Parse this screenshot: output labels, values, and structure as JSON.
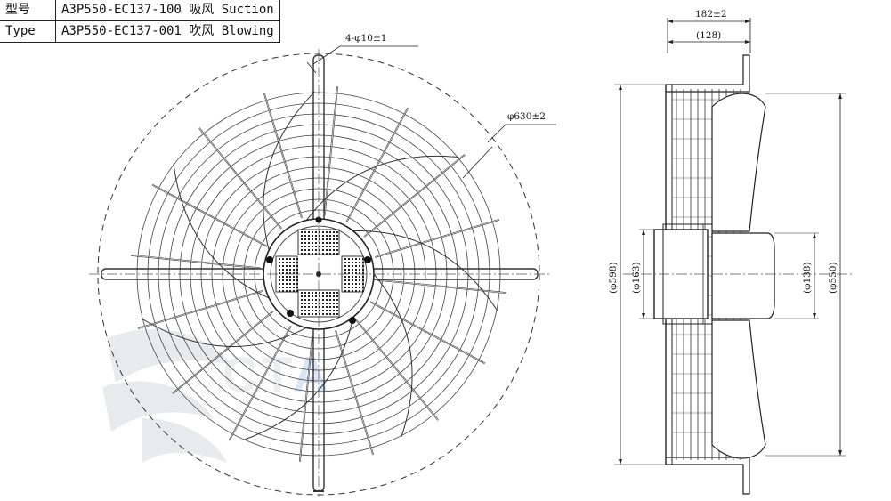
{
  "spec_table": [
    {
      "label": "型号",
      "value": "A3P550-EC137-100 吸风 Suction"
    },
    {
      "label": "Type",
      "value": "A3P550-EC137-001 吹风 Blowing"
    }
  ],
  "dimensions": {
    "holes": "4-φ10±1",
    "outer_diameter": "φ630±2",
    "total_depth": "182±2",
    "body_depth": "(128)",
    "guard_height": "(φ598)",
    "hub_diameter": "(φ163)",
    "motor_diameter": "(φ138)",
    "blade_diameter": "(φ550)"
  },
  "watermark_text": "CTA"
}
